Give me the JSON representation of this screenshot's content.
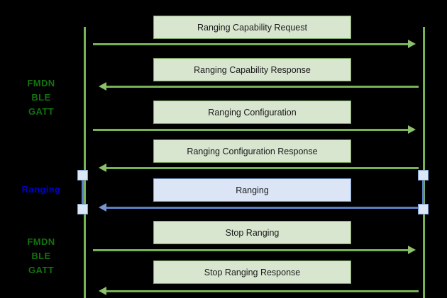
{
  "diagram": {
    "title_none": "",
    "side_labels": [
      {
        "id": "label-top",
        "text": "FMDN\nBLE\nGATT",
        "color": "#13710f"
      },
      {
        "id": "label-mid",
        "text": "Ranging",
        "color": "#0000cc"
      },
      {
        "id": "label-bottom",
        "text": "FMDN\nBLE\nGATT",
        "color": "#13710f"
      }
    ],
    "lifelines": [
      {
        "id": "lifeline-left",
        "color": "#77b255"
      },
      {
        "id": "lifeline-right",
        "color": "#77b255"
      }
    ],
    "messages": [
      {
        "label": "Ranging Capability Request",
        "direction": "right",
        "style": "green"
      },
      {
        "label": "Ranging Capability Response",
        "direction": "left",
        "style": "green"
      },
      {
        "label": "Ranging Configuration",
        "direction": "right",
        "style": "green"
      },
      {
        "label": "Ranging Configuration Response",
        "direction": "left",
        "style": "green"
      },
      {
        "label": "Ranging",
        "direction": "left",
        "style": "blue"
      },
      {
        "label": "Stop Ranging",
        "direction": "right",
        "style": "green"
      },
      {
        "label": "Stop Ranging Response",
        "direction": "left",
        "style": "green"
      }
    ],
    "colors": {
      "background": "#000000",
      "lifeline_green": "#77b255",
      "box_fill_green": "#d8e5cf",
      "box_border_green": "#7ba25e",
      "box_fill_blue": "#dbe5f6",
      "box_border_blue": "#7d9fd3",
      "arrow_green": "#8cc06a",
      "arrow_blue": "#7795cd",
      "text_dark": "#1a1a1a",
      "label_green": "#13710f",
      "label_blue": "#0000cc"
    }
  }
}
